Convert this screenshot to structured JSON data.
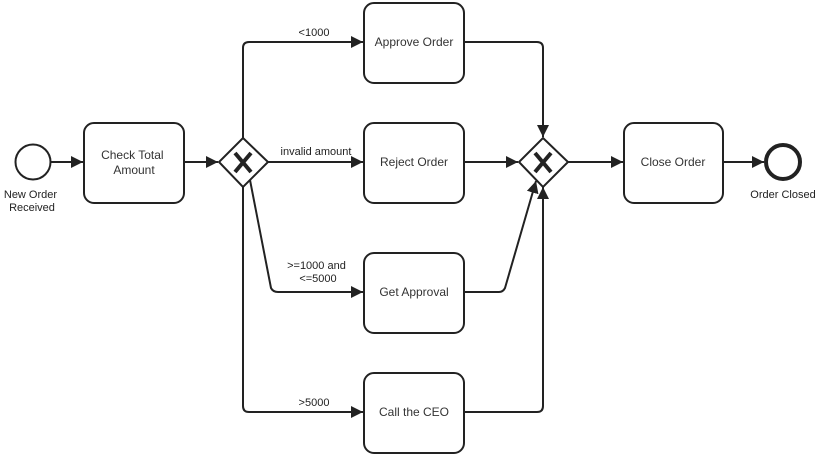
{
  "diagram": {
    "type": "BPMN process",
    "colors": {
      "stroke": "#222222",
      "text": "#333333",
      "background": "#ffffff"
    },
    "events": {
      "start": {
        "label_lines": [
          "New Order",
          "Received"
        ]
      },
      "end": {
        "label_lines": [
          "Order Closed"
        ]
      }
    },
    "tasks": {
      "check_total": {
        "label_lines": [
          "Check Total",
          "Amount"
        ]
      },
      "approve_order": {
        "label_lines": [
          "Approve Order"
        ]
      },
      "reject_order": {
        "label_lines": [
          "Reject Order"
        ]
      },
      "get_approval": {
        "label_lines": [
          "Get Approval"
        ]
      },
      "call_ceo": {
        "label_lines": [
          "Call the CEO"
        ]
      },
      "close_order": {
        "label_lines": [
          "Close Order"
        ]
      }
    },
    "gateways": {
      "split": {
        "kind": "exclusive",
        "symbol": "X"
      },
      "merge": {
        "kind": "exclusive",
        "symbol": "X"
      }
    },
    "edges": {
      "to_approve": {
        "label_lines": [
          "<1000"
        ]
      },
      "to_reject": {
        "label_lines": [
          "invalid amount"
        ]
      },
      "to_get_approval": {
        "label_lines": [
          ">=1000 and",
          "<=5000"
        ]
      },
      "to_ceo": {
        "label_lines": [
          ">5000"
        ]
      }
    }
  }
}
